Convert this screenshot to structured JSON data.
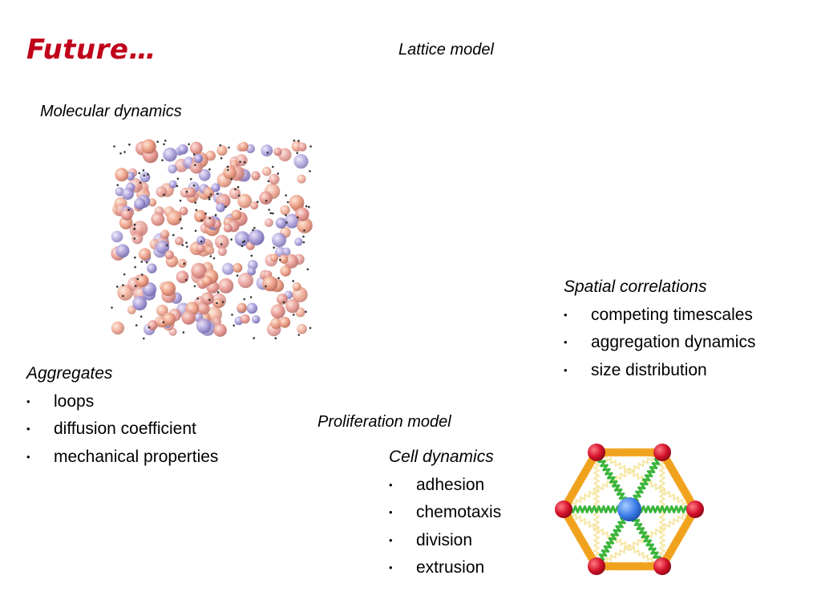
{
  "slide": {
    "title": "Future…",
    "lattice_heading": "Lattice model",
    "md_heading": "Molecular dynamics",
    "proliferation_heading": "Proliferation model"
  },
  "aggregates": {
    "title": "Aggregates",
    "items": [
      "loops",
      "diffusion coefficient",
      "mechanical properties"
    ]
  },
  "spatial": {
    "title": "Spatial correlations",
    "items": [
      "competing timescales",
      "aggregation dynamics",
      "size distribution"
    ]
  },
  "cell": {
    "title": "Cell dynamics",
    "items": [
      "adhesion",
      "chemotaxis",
      "division",
      "extrusion"
    ]
  },
  "bullet_glyph": "•",
  "colors": {
    "title": "#b22222",
    "highlight": "#c0001a",
    "md_pink": "#e8a0a0",
    "md_violet": "#a59ad6",
    "hex_vertex": "#d4112a",
    "hex_center": "#3d7ee8",
    "hex_edge": "#f1a21d",
    "hex_spoke": "#3bb53b"
  }
}
